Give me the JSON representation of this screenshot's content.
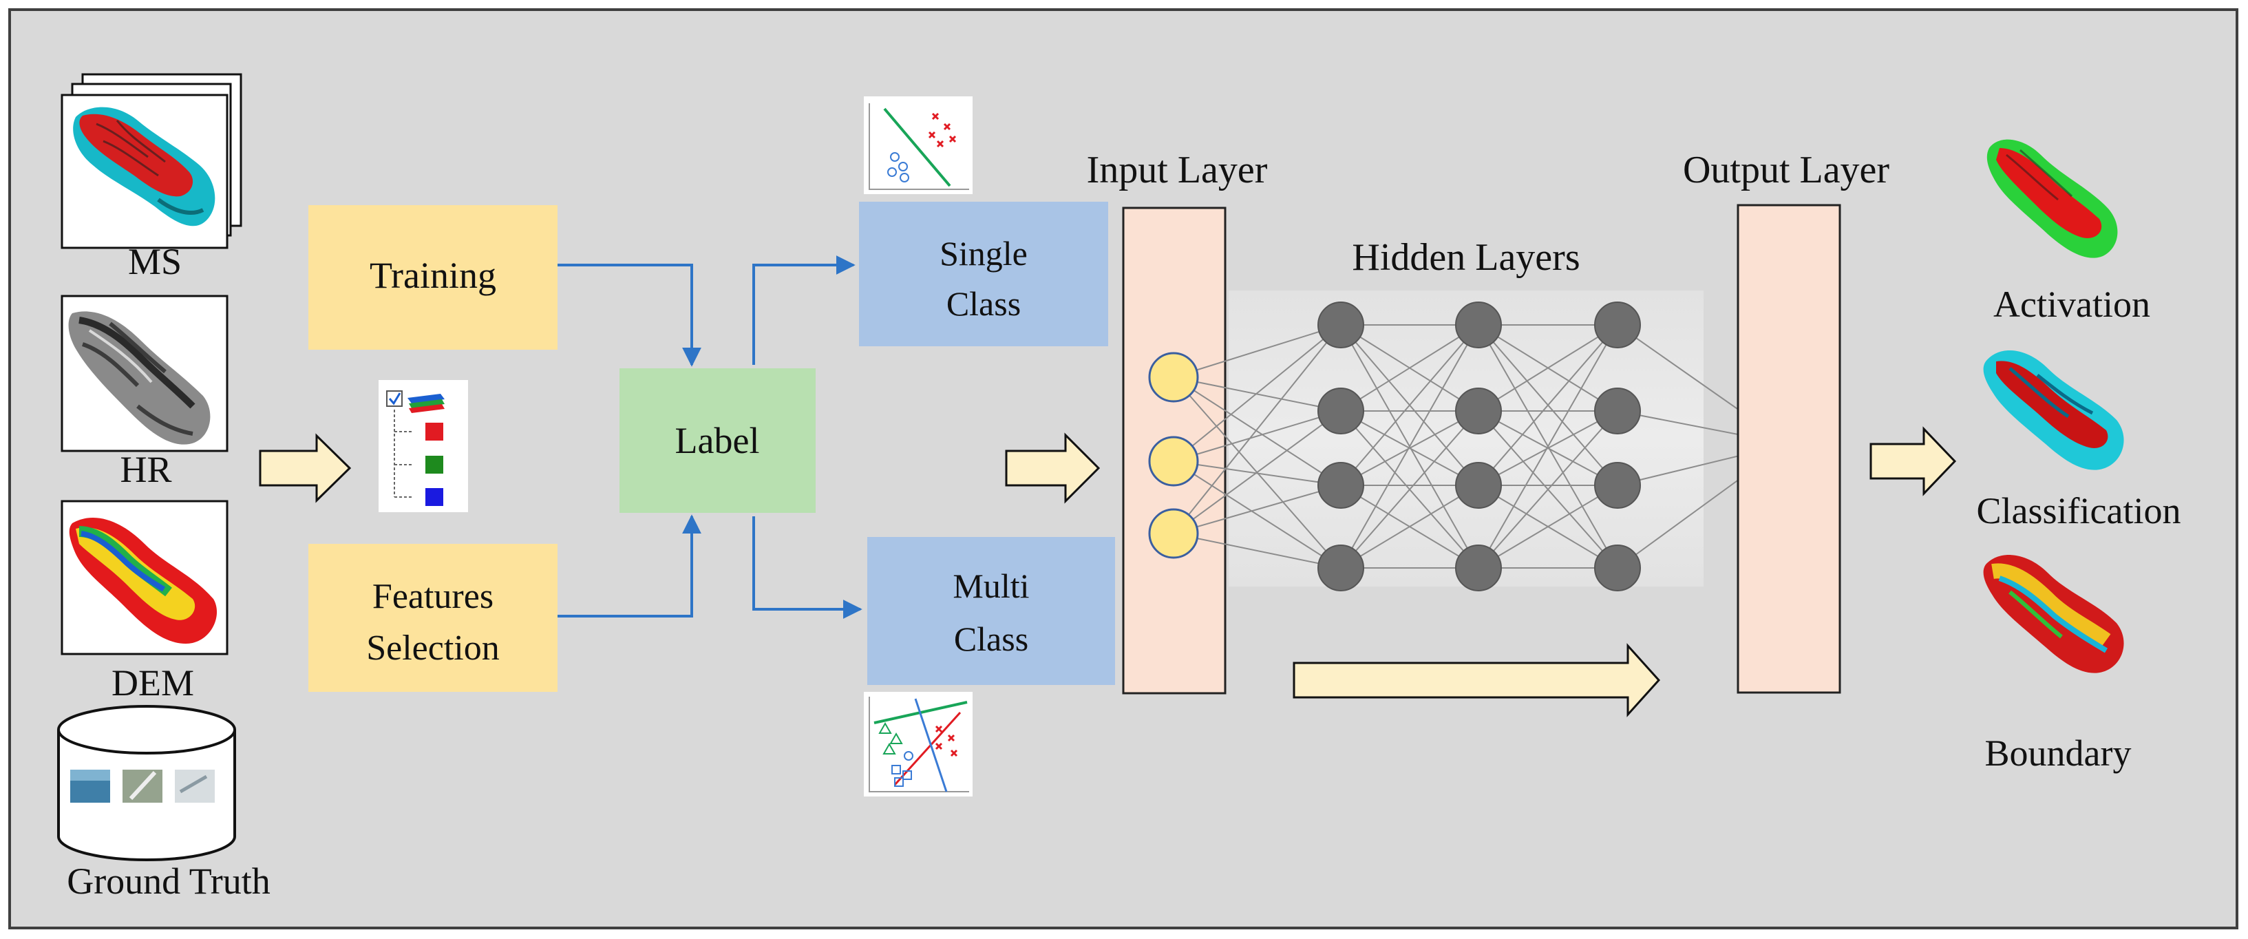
{
  "colors": {
    "panel_bg": "#d9d9d9",
    "panel_border": "#404040",
    "yellow_box": "#fde39c",
    "green_box": "#b8e0b0",
    "blue_box": "#a9c4e6",
    "layer_box": "#fbe1d3",
    "input_node": "#fde68a",
    "output_node": "#6e9fd8",
    "output_node_ring": "#e11b22",
    "hidden_node": "#6e6e6e",
    "connector": "#2e75c7",
    "fat_arrow_fill": "#fdf0c8"
  },
  "inputs": {
    "ms_label": "MS",
    "hr_label": "HR",
    "dem_label": "DEM",
    "ground_truth_label": "Ground Truth"
  },
  "boxes": {
    "training": "Training",
    "features_selection_line1": "Features",
    "features_selection_line2": "Selection",
    "label": "Label",
    "single_class_line1": "Single",
    "single_class_line2": "Class",
    "multi_class_line1": "Multi",
    "multi_class_line2": "Class"
  },
  "network": {
    "input_layer": "Input Layer",
    "hidden_layers": "Hidden Layers",
    "output_layer": "Output Layer",
    "input_node_count": 3,
    "hidden_layer_count": 3,
    "hidden_node_count": 4,
    "output_node_count": 1
  },
  "outputs": {
    "activation": "Activation",
    "classification": "Classification",
    "boundary": "Boundary"
  },
  "icons": {
    "single_class_plot": "scatter-plot-icon",
    "multi_class_plot": "scatter-plot-icon",
    "layer_tree": "layer-tree-icon",
    "database": "database-icon"
  }
}
